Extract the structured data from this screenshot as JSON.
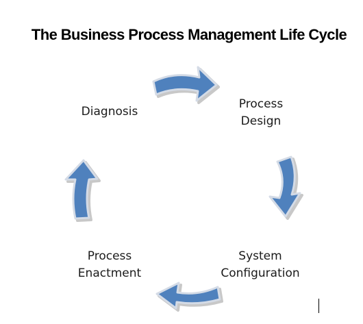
{
  "title": "The Business Process Management Life Cycle",
  "stages": {
    "design": {
      "line1": "Process",
      "line2": "Design"
    },
    "configuration": {
      "line1": "System",
      "line2": "Configuration"
    },
    "enactment": {
      "line1": "Process",
      "line2": "Enactment"
    },
    "diagnosis": {
      "line1": "Diagnosis"
    }
  },
  "edges": [
    {
      "from": "Diagnosis",
      "to": "Process Design"
    },
    {
      "from": "Process Design",
      "to": "System Configuration"
    },
    {
      "from": "System Configuration",
      "to": "Process Enactment"
    },
    {
      "from": "Process Enactment",
      "to": "Diagnosis"
    }
  ],
  "colors": {
    "arrow_fill": "#4f81bd",
    "arrow_edge": "#d4dbe6",
    "arrow_shadow": "#c8c8c8"
  }
}
